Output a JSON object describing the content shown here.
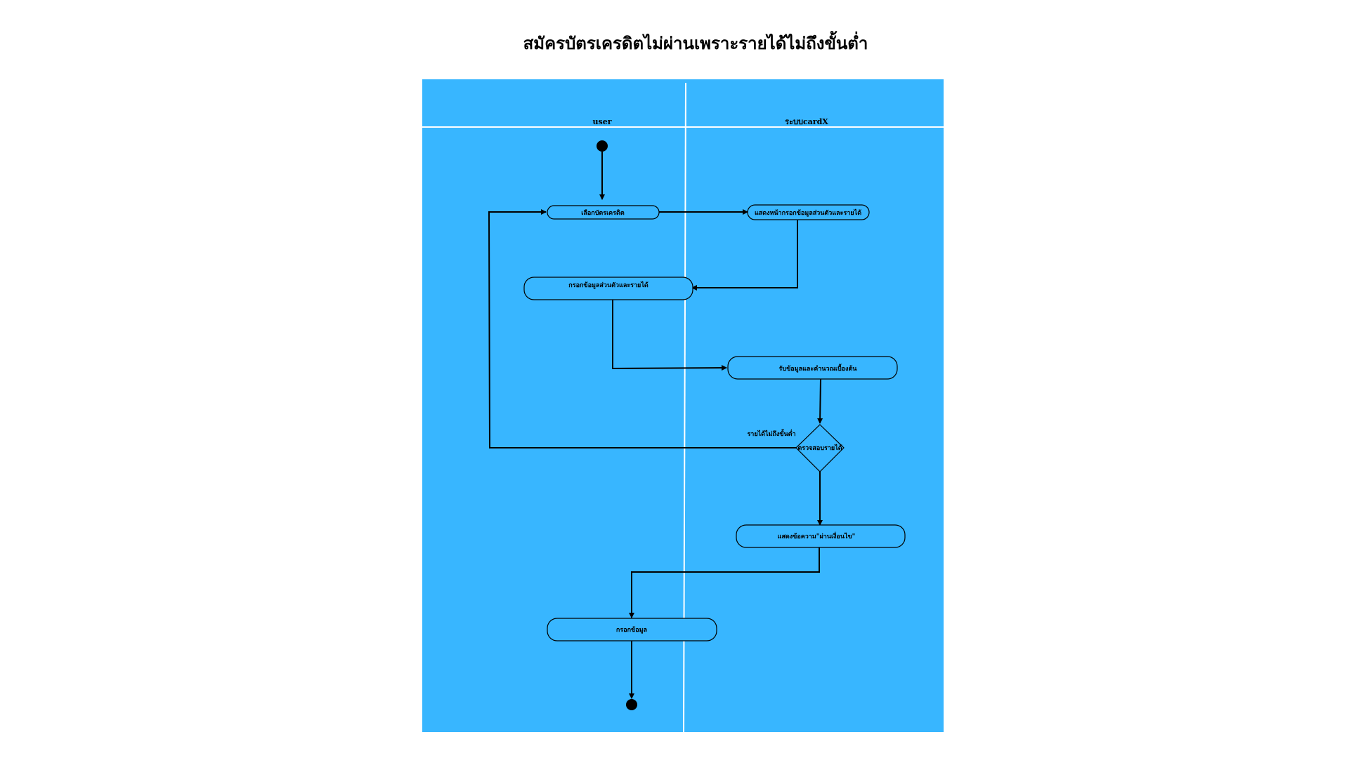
{
  "title": "สมัครบัตรเครดิตไม่ผ่านเพราะรายได้ไม่ถึงขั้นต่ำ",
  "colors": {
    "background": "#ffffff",
    "swimlane_fill": "#38b6ff",
    "divider": "#ffffff",
    "ink": "#000000"
  },
  "lanes": [
    {
      "label": "user"
    },
    {
      "label": "ระบบcardX"
    }
  ],
  "nodes": {
    "choose_card": "เลือกบัตรเครดิต",
    "show_form": "แสดงหน้ากรอกข้อมูลส่วนตัวและรายได้",
    "fill_personal_income": "กรอกข้อมูลส่วนตัวและรายได้",
    "receive_and_check": "รับข้อมูลและคำนวณเบื้องต้น",
    "check_income": "ตรวจสอบรายได้",
    "show_message": "แสดงข้อความ\"ผ่านเงื่อนไข\"",
    "fill_info": "กรอกข้อมูล"
  },
  "edge_labels": {
    "income_below_min": "รายได้ไม่ถึงขั้นต่ำ"
  }
}
